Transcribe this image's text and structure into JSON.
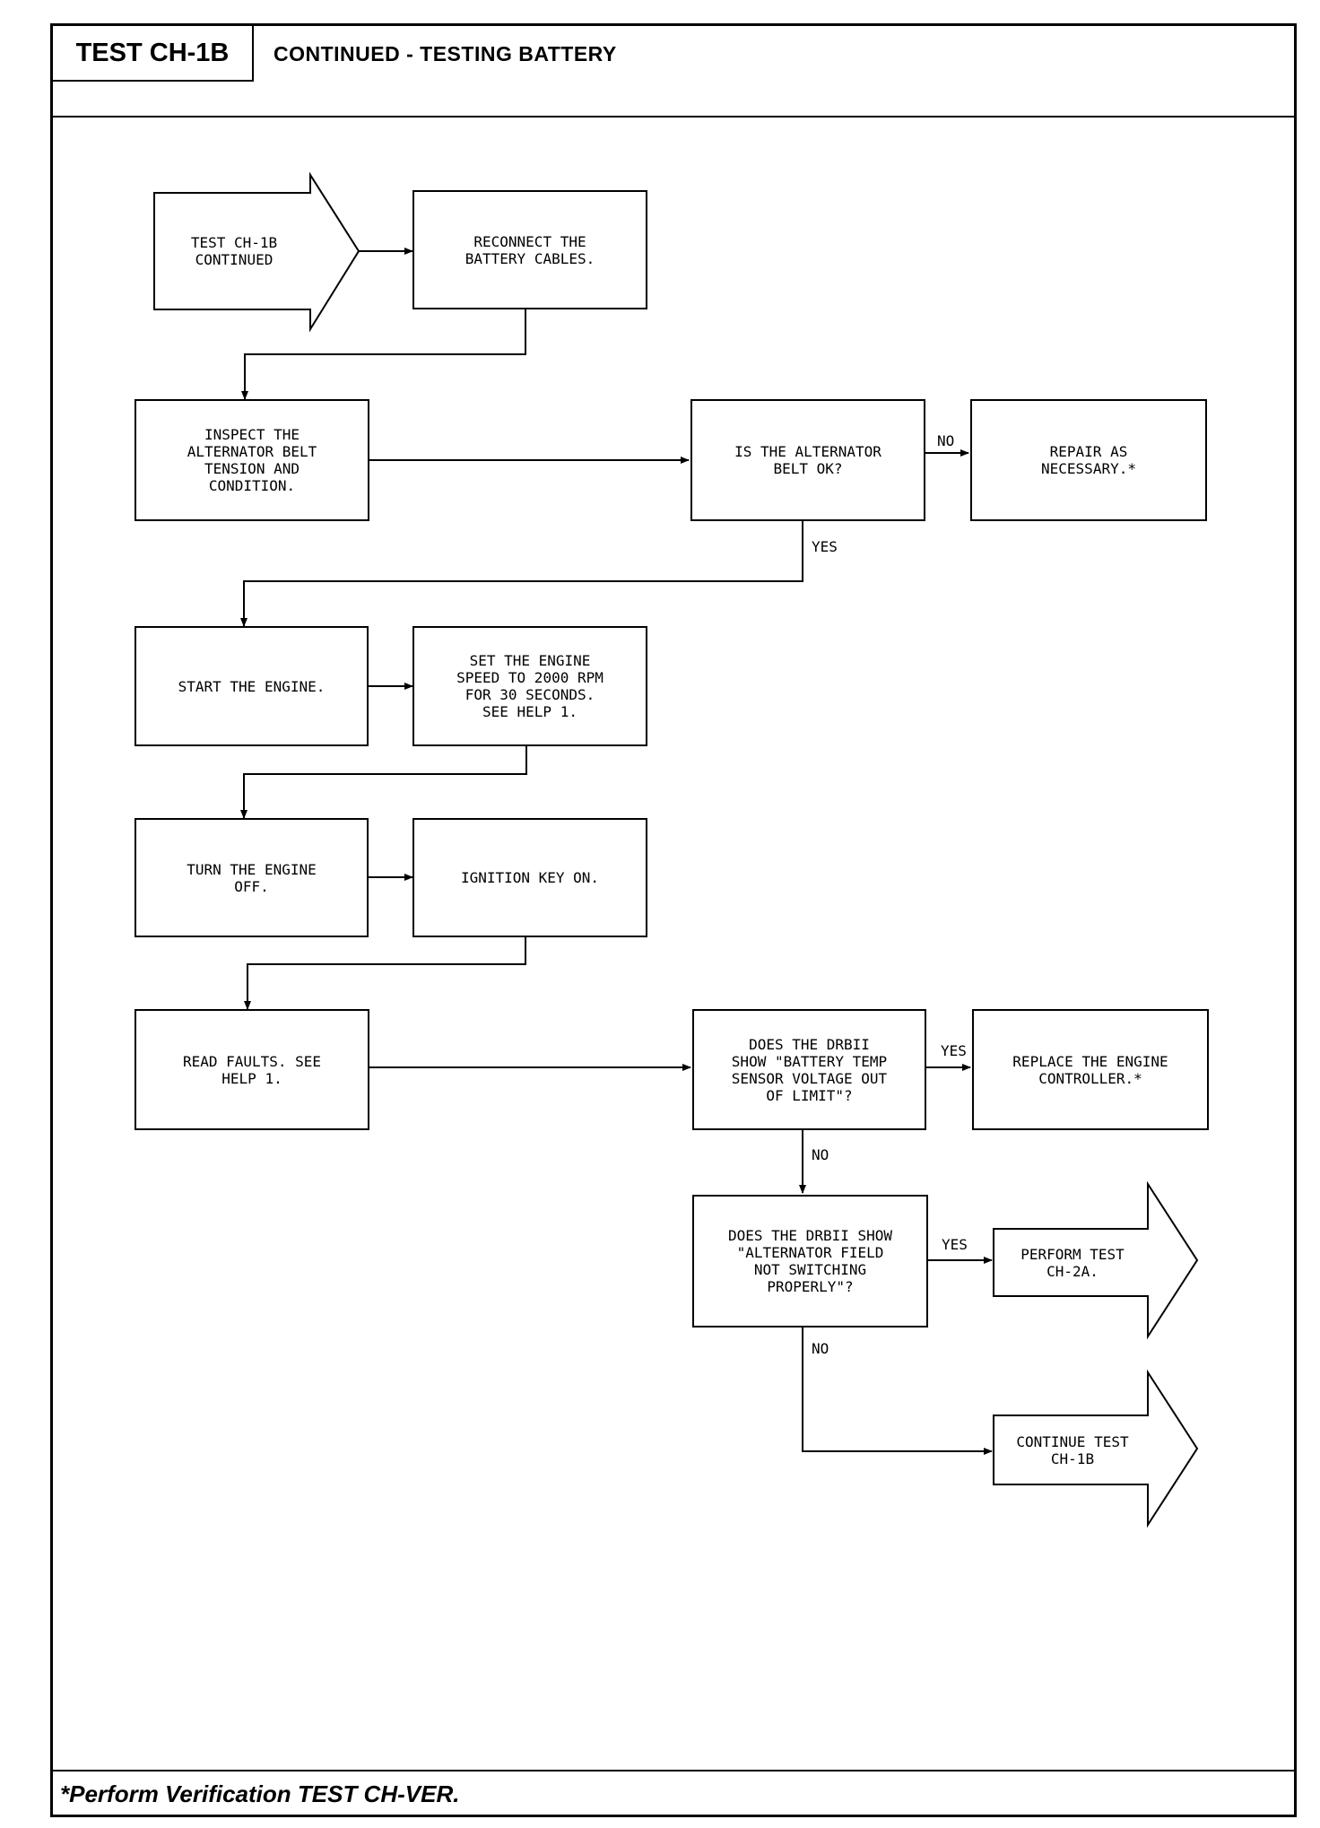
{
  "header": {
    "test_id": "TEST CH-1B",
    "title": "CONTINUED - TESTING BATTERY"
  },
  "footer": {
    "note": "*Perform Verification TEST CH-VER."
  },
  "flow": {
    "start": "TEST CH-1B\nCONTINUED",
    "reconnect": "RECONNECT THE\nBATTERY CABLES.",
    "inspect_belt": "INSPECT THE\nALTERNATOR BELT\nTENSION AND\nCONDITION.",
    "belt_ok_q": "IS THE ALTERNATOR\nBELT OK?",
    "repair": "REPAIR AS\nNECESSARY.*",
    "start_engine": "START THE ENGINE.",
    "set_speed": "SET THE ENGINE\nSPEED TO 2000 RPM\nFOR 30 SECONDS.\nSEE HELP 1.",
    "turn_off": "TURN THE ENGINE\nOFF.",
    "ignition_on": "IGNITION KEY ON.",
    "read_faults": "READ FAULTS. SEE\nHELP 1.",
    "temp_sensor_q": "DOES THE DRBII\nSHOW \"BATTERY TEMP\nSENSOR VOLTAGE OUT\nOF LIMIT\"?",
    "replace_controller": "REPLACE THE ENGINE\nCONTROLLER.*",
    "field_q": "DOES THE DRBII SHOW\n\"ALTERNATOR FIELD\nNOT SWITCHING\nPROPERLY\"?",
    "perform_test": "PERFORM TEST\nCH-2A.",
    "continue_test": "CONTINUE TEST\nCH-1B"
  },
  "labels": {
    "no": "NO",
    "yes": "YES"
  }
}
